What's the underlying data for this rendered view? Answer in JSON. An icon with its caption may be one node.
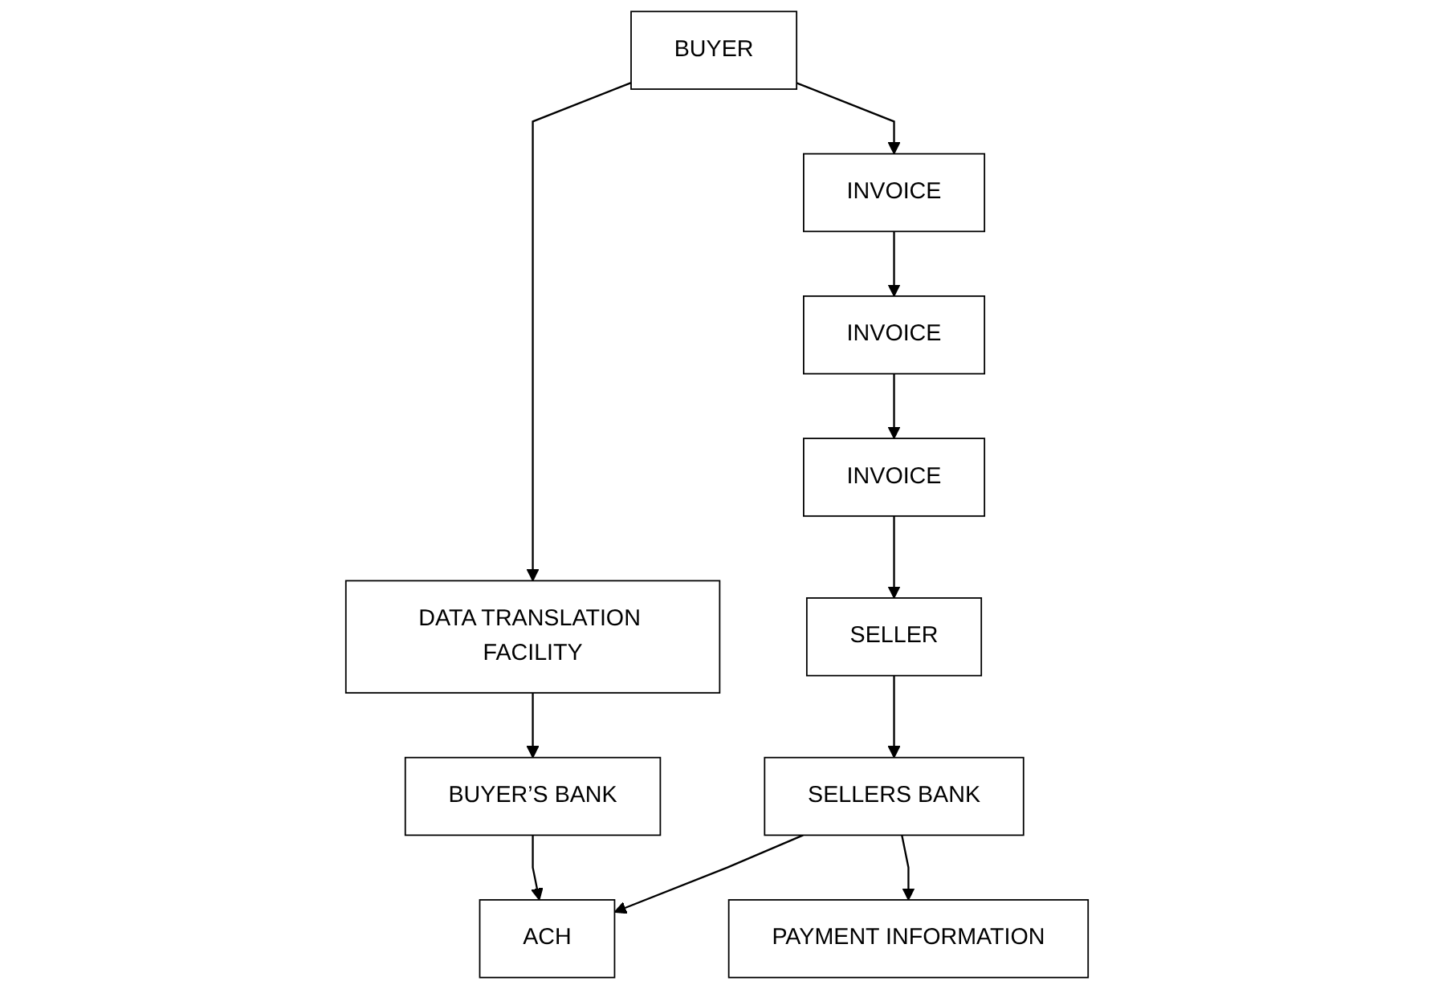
{
  "diagram": {
    "nodes": [
      {
        "text": [
          "BUYER"
        ]
      },
      {
        "text": [
          "DATA TRANSLATION FACILITY"
        ]
      },
      {
        "text": [
          "INVOICE"
        ]
      },
      {
        "text": [
          "INVOICE"
        ]
      },
      {
        "text": [
          "INVOICE"
        ]
      },
      {
        "text": [
          "BUYER’S BANK"
        ]
      },
      {
        "text": [
          "SELLER"
        ]
      },
      {
        "text": [
          "SELLERS BANK"
        ]
      },
      {
        "text": [
          "ACH"
        ]
      },
      {
        "text": [
          "PAYMENT INFORMATION"
        ]
      }
    ],
    "edges": [
      {
        "from": 0,
        "to": 1,
        "arrow": "to"
      },
      {
        "from": 0,
        "to": 2,
        "arrow": "to"
      },
      {
        "from": 2,
        "to": 3,
        "arrow": "to"
      },
      {
        "from": 3,
        "to": 4,
        "arrow": "to"
      },
      {
        "from": 4,
        "to": 6,
        "arrow": "to"
      },
      {
        "from": 1,
        "to": 5,
        "arrow": "to"
      },
      {
        "from": 5,
        "to": 8,
        "arrow": "to"
      },
      {
        "from": 6,
        "to": 7,
        "arrow": "to"
      },
      {
        "from": 7,
        "to": 8,
        "arrow": "to"
      },
      {
        "from": 7,
        "to": 9,
        "arrow": "to"
      }
    ]
  }
}
